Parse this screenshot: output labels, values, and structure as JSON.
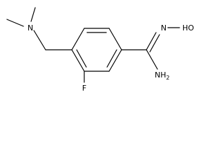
{
  "structure": {
    "atoms": {
      "n_amine": "N",
      "f": "F",
      "n_oxime": "N",
      "ho": "HO",
      "nh2": {
        "main": "NH",
        "sub": "2"
      }
    },
    "colors": {
      "bond": "#000000",
      "label": "#000000",
      "background": "#ffffff"
    }
  }
}
